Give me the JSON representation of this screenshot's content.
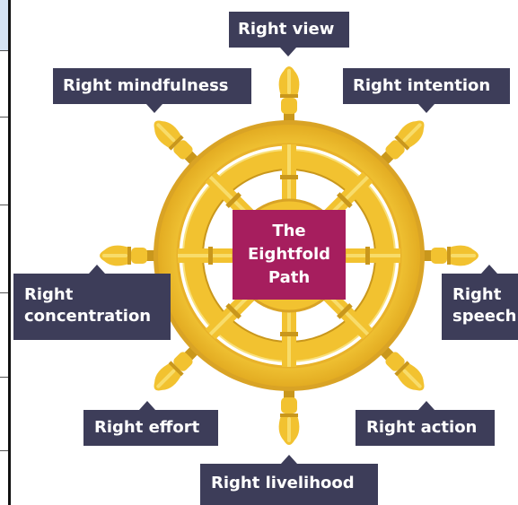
{
  "diagram": {
    "center": {
      "lines": [
        "The",
        "Eightfold",
        "Path"
      ]
    },
    "labels": {
      "view": "Right view",
      "intention": "Right intention",
      "speech": [
        "Right",
        "speech"
      ],
      "action": "Right action",
      "livelihood": "Right livelihood",
      "effort": "Right effort",
      "concentration": [
        "Right",
        "concentration"
      ],
      "mindfulness": "Right mindfulness"
    }
  },
  "colors": {
    "label_bg": "#3d3d59",
    "label_text": "#ffffff",
    "center_bg": "#a61e5e",
    "wheel_gold": "#f2c230",
    "wheel_light": "#f8dc6a",
    "wheel_dark": "#c9971c"
  }
}
